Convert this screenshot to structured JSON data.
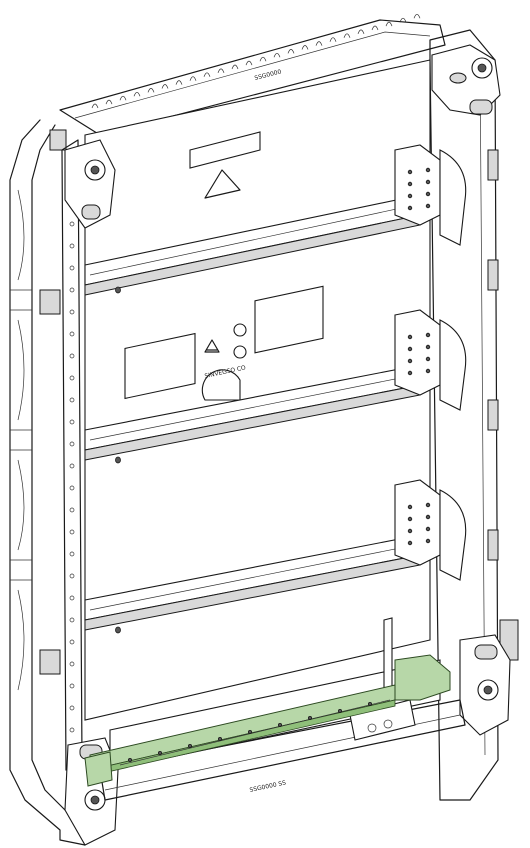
{
  "diagram": {
    "panel_code_front": "SINVEGSO CO",
    "top_code": "SSG0000",
    "bottom_code": "SSG0000 SS",
    "highlight_color": "#b7d7a8",
    "line_color": "#1a1a1a",
    "recycle_symbol": "recycle-icon",
    "warning_symbol": "warning-triangle-icon"
  }
}
